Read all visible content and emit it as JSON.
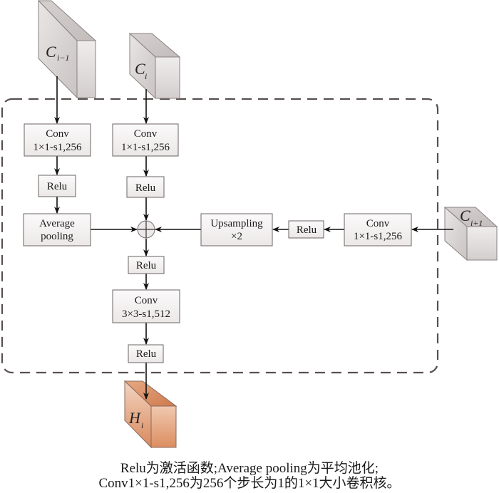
{
  "inputs": {
    "c_prev": {
      "base": "C",
      "sub": "i−1"
    },
    "c_cur": {
      "base": "C",
      "sub": "i"
    },
    "c_next": {
      "base": "C",
      "sub": "i+1"
    }
  },
  "output": {
    "base": "H",
    "sub": "i"
  },
  "blocks": {
    "conv_left": {
      "line1": "Conv",
      "line2": "1×1-s1,256"
    },
    "relu_left": {
      "line1": "Relu"
    },
    "avg_pool": {
      "line1": "Average",
      "line2": "pooling"
    },
    "conv_mid": {
      "line1": "Conv",
      "line2": "1×1-s1,256"
    },
    "relu_mid": {
      "line1": "Relu"
    },
    "relu_after_sum": {
      "line1": "Relu"
    },
    "conv_3x3": {
      "line1": "Conv",
      "line2": "3×3-s1,512"
    },
    "relu_final": {
      "line1": "Relu"
    },
    "conv_right": {
      "line1": "Conv",
      "line2": "1×1-s1,256"
    },
    "relu_right": {
      "line1": "Relu"
    },
    "upsampling": {
      "line1": "Upsampling",
      "line2": "×2"
    }
  },
  "colors": {
    "cube_gray": "#d9d4d3",
    "cube_orange": "#d98a5e",
    "box_fill": "#f3f1f0",
    "box_stroke": "#6b6463",
    "dash": "#574f4e"
  },
  "caption": {
    "line1": "Relu为激活函数;Average pooling为平均池化;",
    "line2": "Conv1×1-s1,256为256个步长为1的1×1大小卷积核。"
  }
}
